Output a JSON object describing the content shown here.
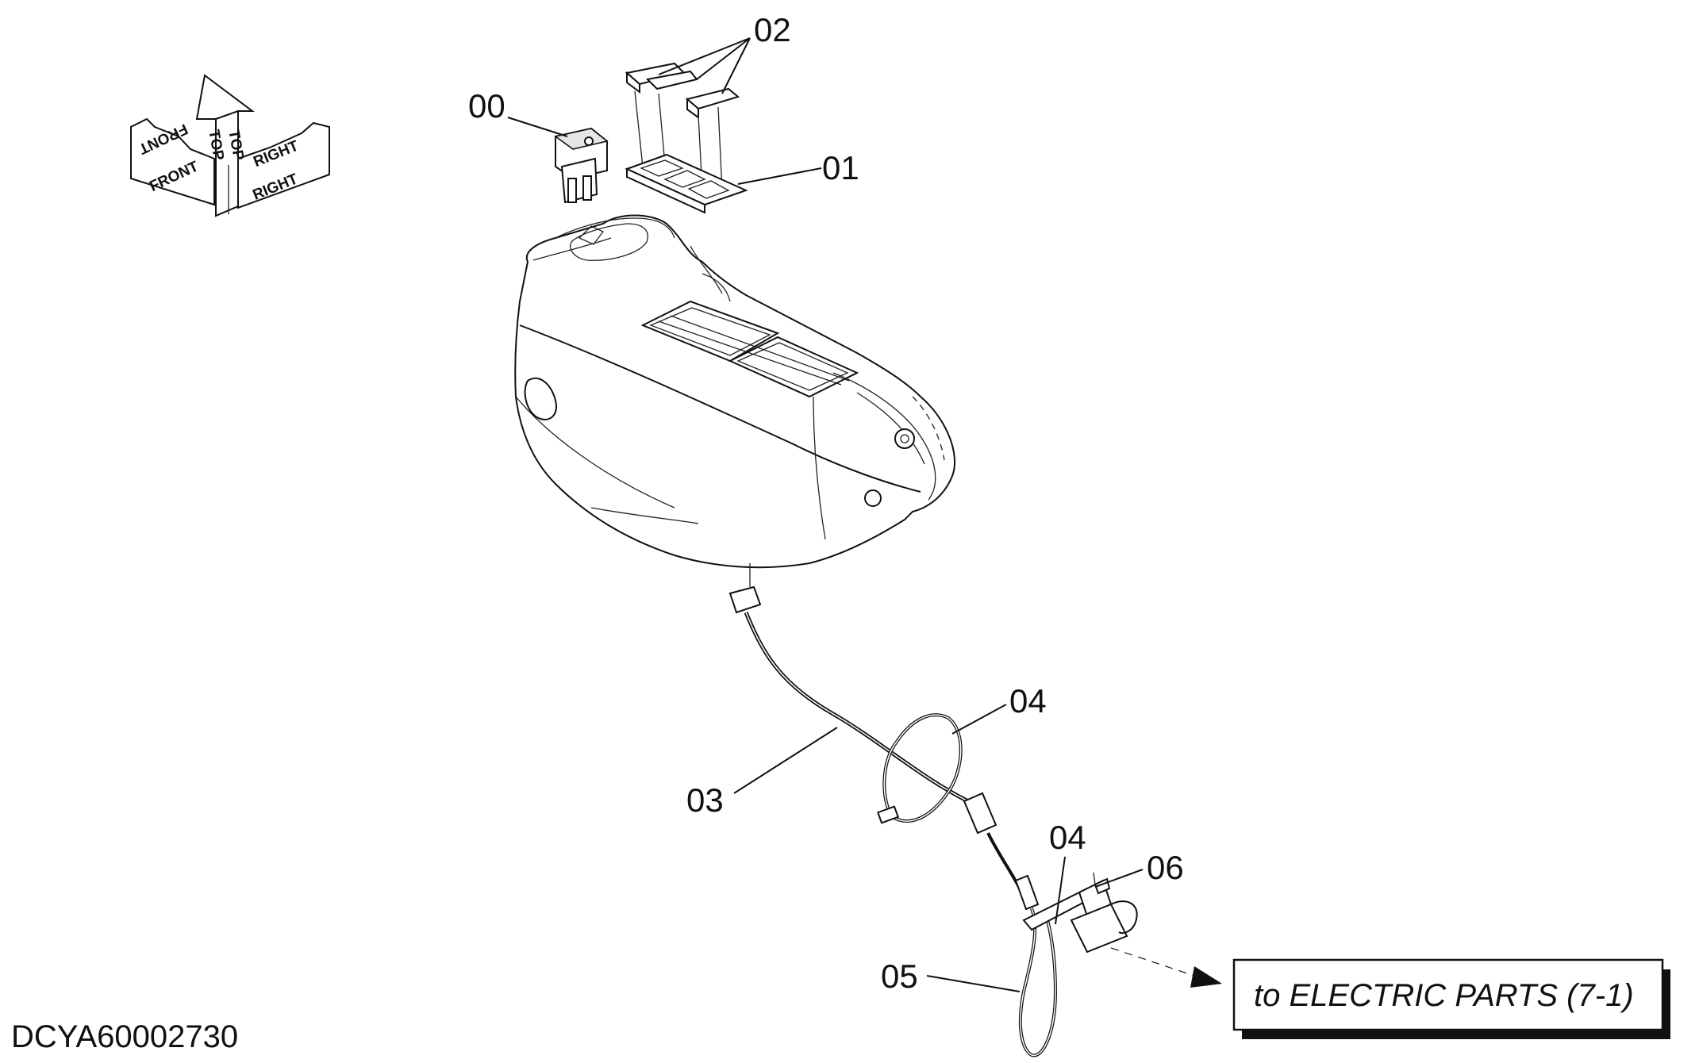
{
  "diagram": {
    "callouts": [
      {
        "id": "00",
        "label": "00"
      },
      {
        "id": "01",
        "label": "01"
      },
      {
        "id": "02",
        "label": "02"
      },
      {
        "id": "03",
        "label": "03"
      },
      {
        "id": "04a",
        "label": "04"
      },
      {
        "id": "04b",
        "label": "04"
      },
      {
        "id": "05",
        "label": "05"
      },
      {
        "id": "06",
        "label": "06"
      }
    ],
    "orientation": {
      "front": "FRONT",
      "top": "TOP",
      "right": "RIGHT"
    },
    "reference_note": "to ELECTRIC PARTS (7-1)",
    "document_id": "DCYA60002730",
    "colors": {
      "ink": "#111111",
      "background": "#ffffff"
    }
  }
}
